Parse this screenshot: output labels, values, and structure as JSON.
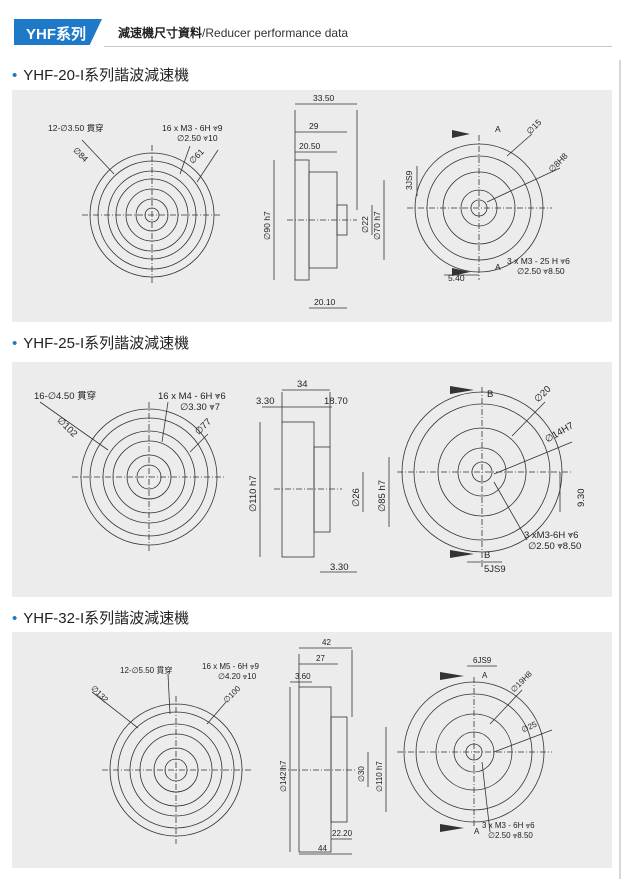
{
  "header": {
    "tab_label": "YHF系列",
    "subtitle_cn": "減速機尺寸資料",
    "subtitle_en": "/Reducer performance data"
  },
  "sections": [
    {
      "title": "YHF-20-I系列諧波減速機",
      "labels": {
        "bolt_holes": "12-∅3.50 貫穿",
        "tapped_holes_1": "16 x  M3 - 6H ⩔9",
        "tapped_holes_2": "∅2.50 ⩔10",
        "pcd_outer": "∅84",
        "pcd_inner": "∅61",
        "d1": "33.50",
        "d2": "29",
        "d3": "20.50",
        "d4": "∅90 h7",
        "d5": "∅22",
        "d6": "∅70 h7",
        "d7": "20.10",
        "key": "3JS9",
        "view": "A",
        "r1": "∅15",
        "r2": "∅8H8",
        "r3": "3 x  M3 - 25 H ⩔6",
        "r4": "∅2.50 ⩔8.50",
        "r5": "5.40"
      }
    },
    {
      "title": "YHF-25-I系列諧波減速機",
      "labels": {
        "bolt_holes": "16-∅4.50 貫穿",
        "tapped_holes_1": "16 x  M4 - 6H ⩔6",
        "tapped_holes_2": "∅3.30 ⩔7",
        "pcd_outer": "∅102",
        "pcd_inner": "∅77",
        "d1": "34",
        "d2": "3.30",
        "d3": "18.70",
        "d4": "∅110 h7",
        "d5": "∅26",
        "d6": "∅85 h7",
        "d7": "3.30",
        "view": "B",
        "r1": "∅20",
        "r2": "∅14H7",
        "r3": "3 xM3-6H ⩔6",
        "r4": "∅2.50 ⩔8.50",
        "r5": "9.30",
        "key": "5JS9"
      }
    },
    {
      "title": "YHF-32-I系列諧波減速機",
      "labels": {
        "bolt_holes": "12-∅5.50 貫穿",
        "tapped_holes_1": "16 x  M5 - 6H ⩔9",
        "tapped_holes_2": "∅4.20 ⩔10",
        "pcd_outer": "∅132",
        "pcd_inner": "∅100",
        "d1": "42",
        "d2": "27",
        "d3": "3.60",
        "d4": "∅142 h7",
        "d5": "∅30",
        "d6": "∅110 h7",
        "d7": "22.20",
        "d8": "44",
        "key": "6JS9",
        "view": "A",
        "r1": "∅19H8",
        "r2": "∅25",
        "r3": "3 x  M3 - 6H ⩔6",
        "r4": "∅2.50 ⩔8.50"
      }
    }
  ]
}
